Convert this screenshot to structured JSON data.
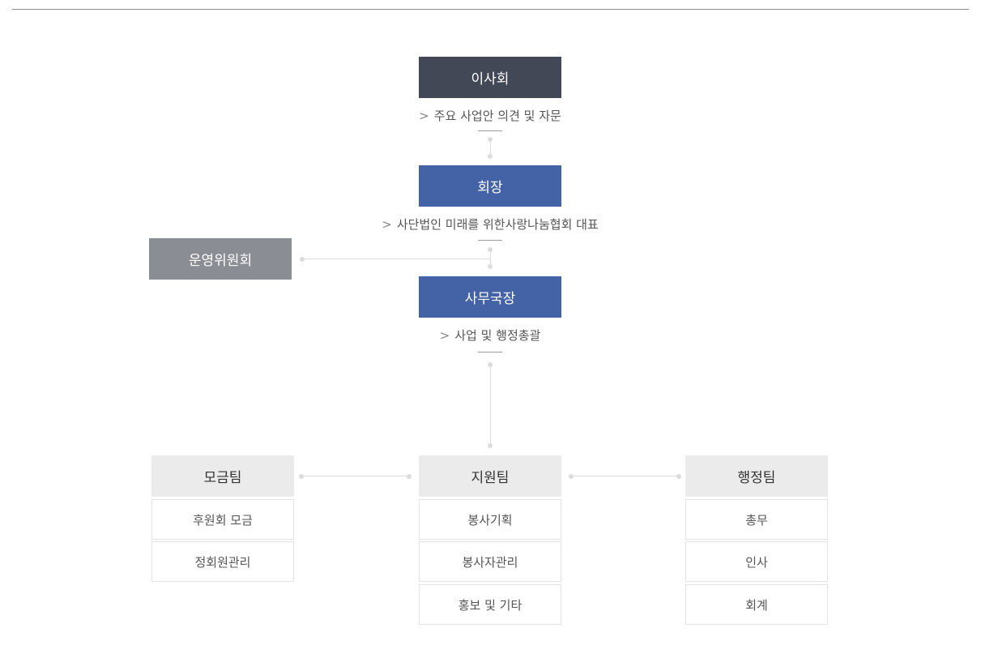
{
  "board": {
    "title": "이사회",
    "desc": "주요 사업안 의견 및 자문"
  },
  "chairman": {
    "title": "회장",
    "desc": "사단법인 미래를 위한사랑나눔협회 대표"
  },
  "committee": {
    "title": "운영위원회"
  },
  "secretary": {
    "title": "사무국장",
    "desc": "사업 및 행정총괄"
  },
  "desc_prefix": ">",
  "teams": [
    {
      "title": "모금팀",
      "tasks": [
        "후원회 모금",
        "정회원관리"
      ]
    },
    {
      "title": "지원팀",
      "tasks": [
        "봉사기획",
        "봉사자관리",
        "홍보 및 기타"
      ]
    },
    {
      "title": "행정팀",
      "tasks": [
        "총무",
        "인사",
        "회계"
      ]
    }
  ],
  "colors": {
    "board": "#434857",
    "chairman": "#4462a6",
    "secretary": "#4462a6",
    "committee": "#8a8d94",
    "team_header": "#ebebeb"
  }
}
